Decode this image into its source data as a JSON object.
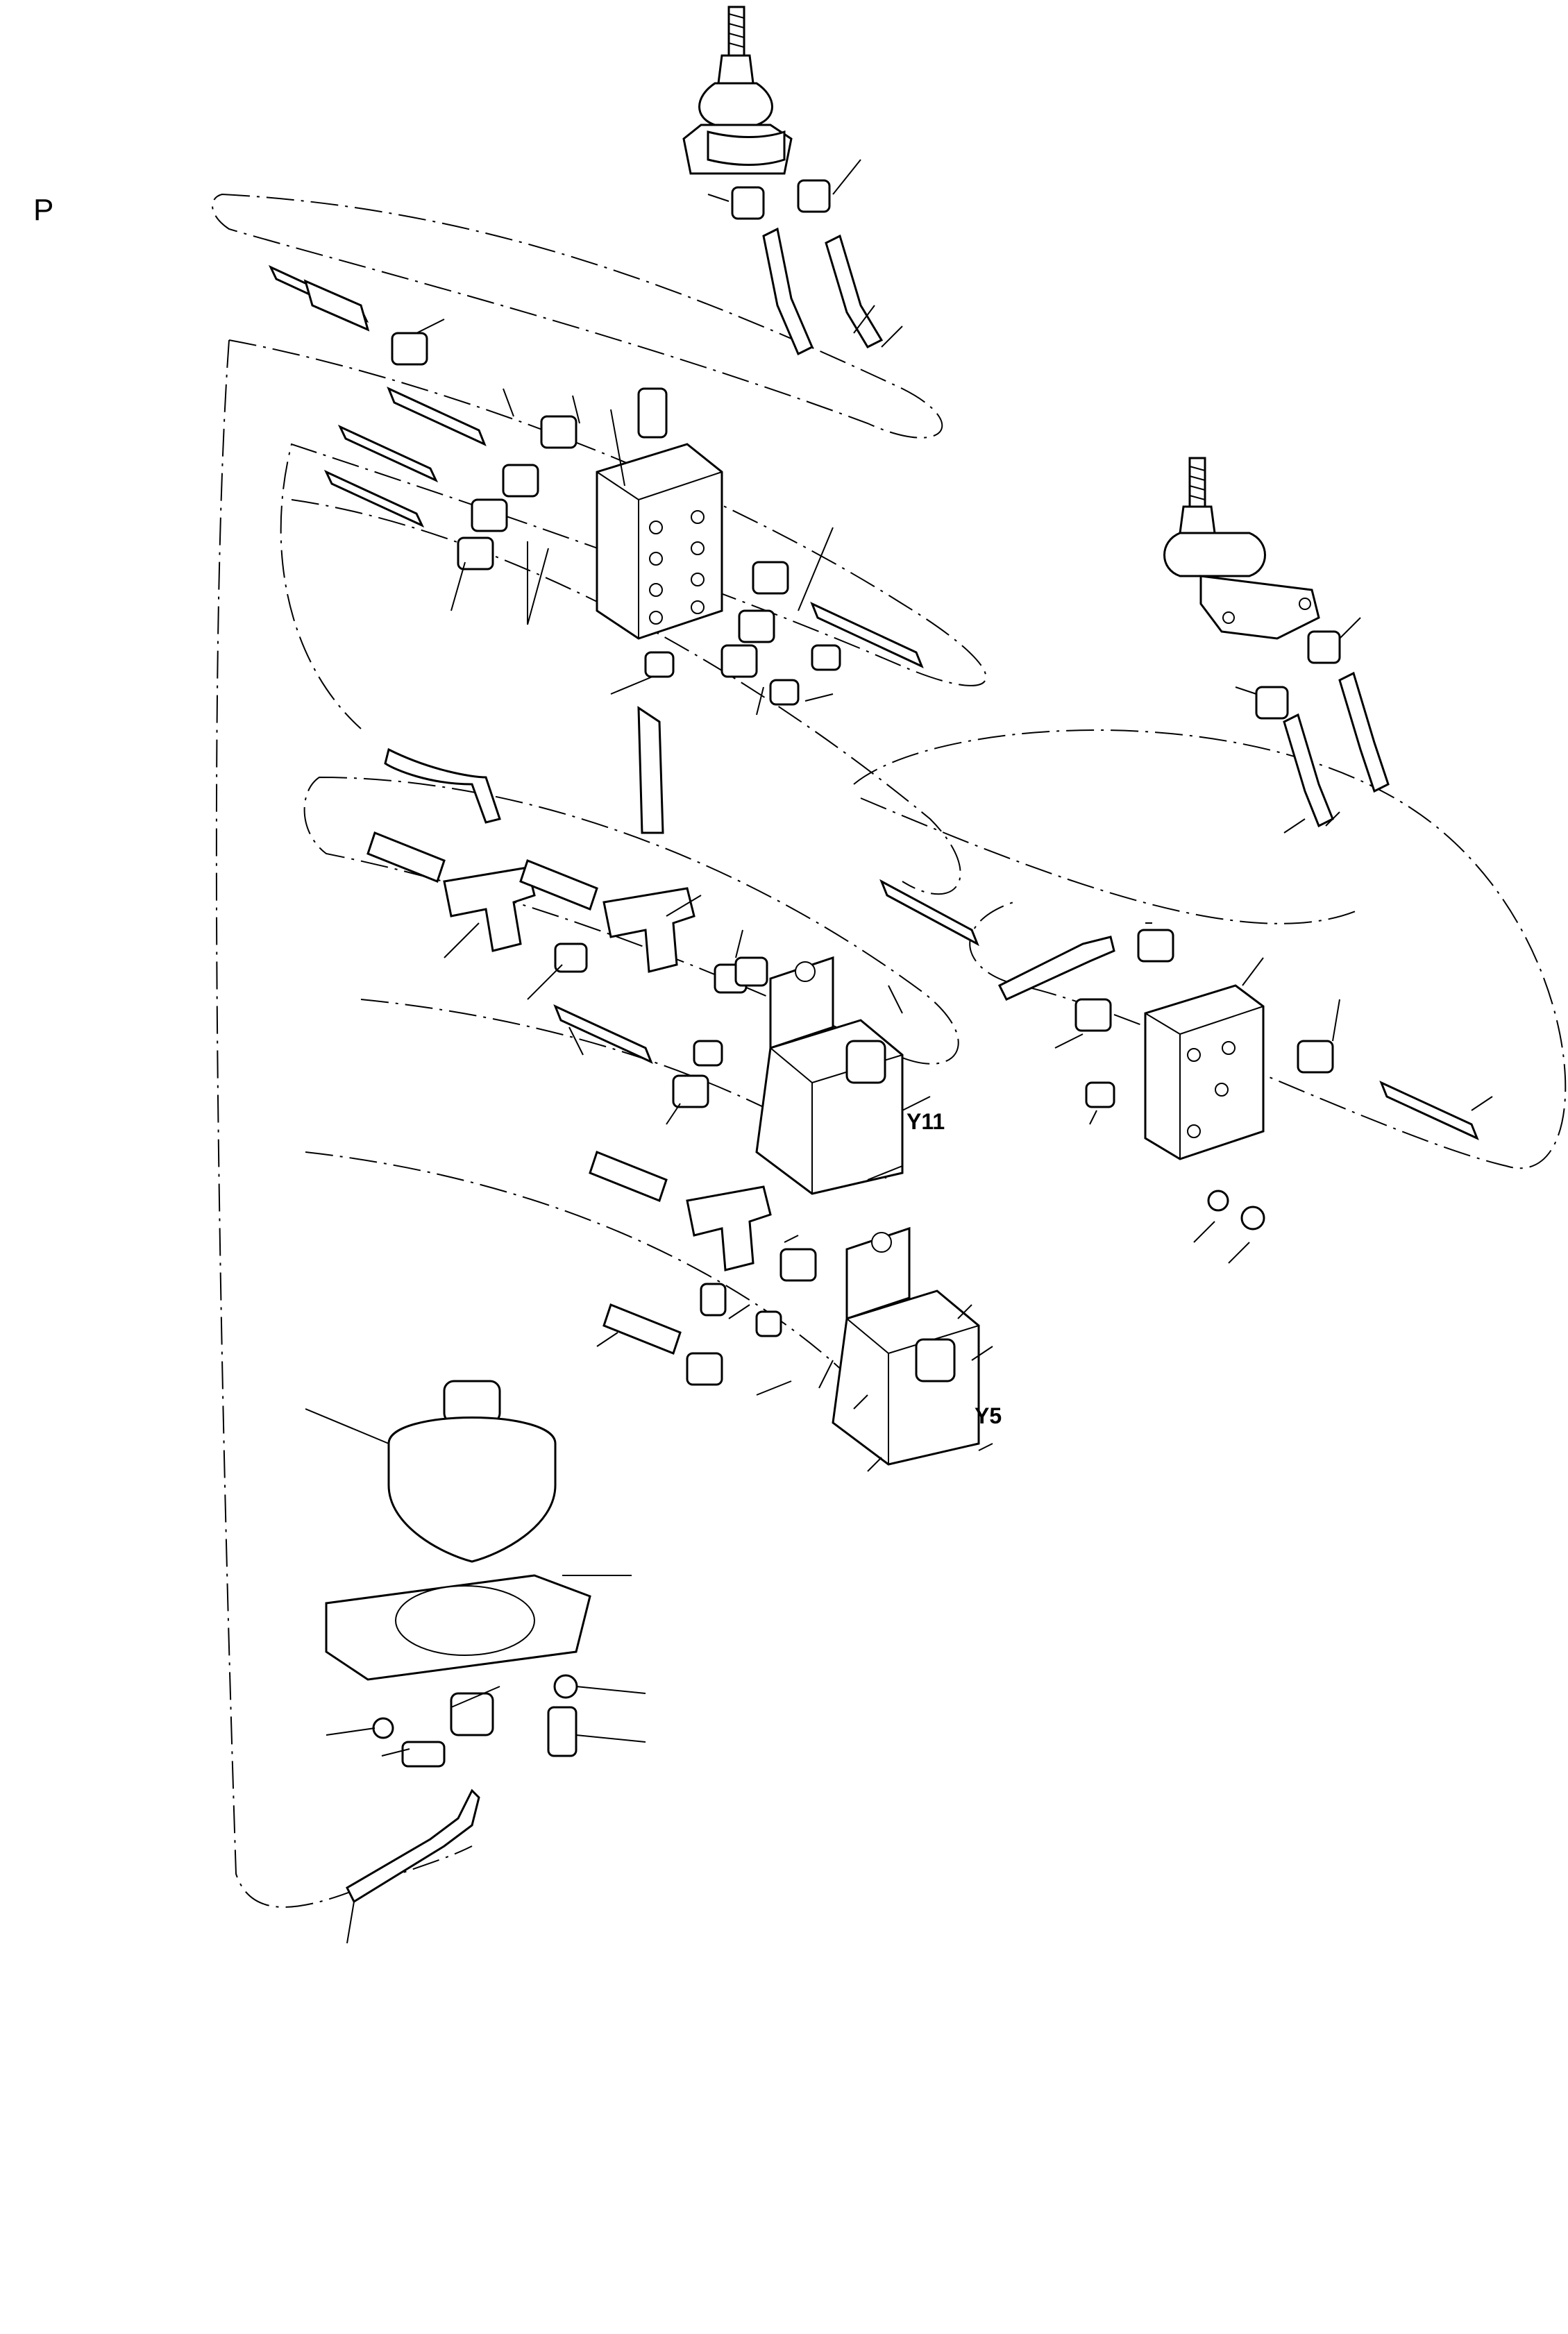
{
  "diagram": {
    "section_letter": "P",
    "component_labels": {
      "solenoid_valve_upper": "Y11",
      "solenoid_valve_lower": "Y5"
    }
  }
}
